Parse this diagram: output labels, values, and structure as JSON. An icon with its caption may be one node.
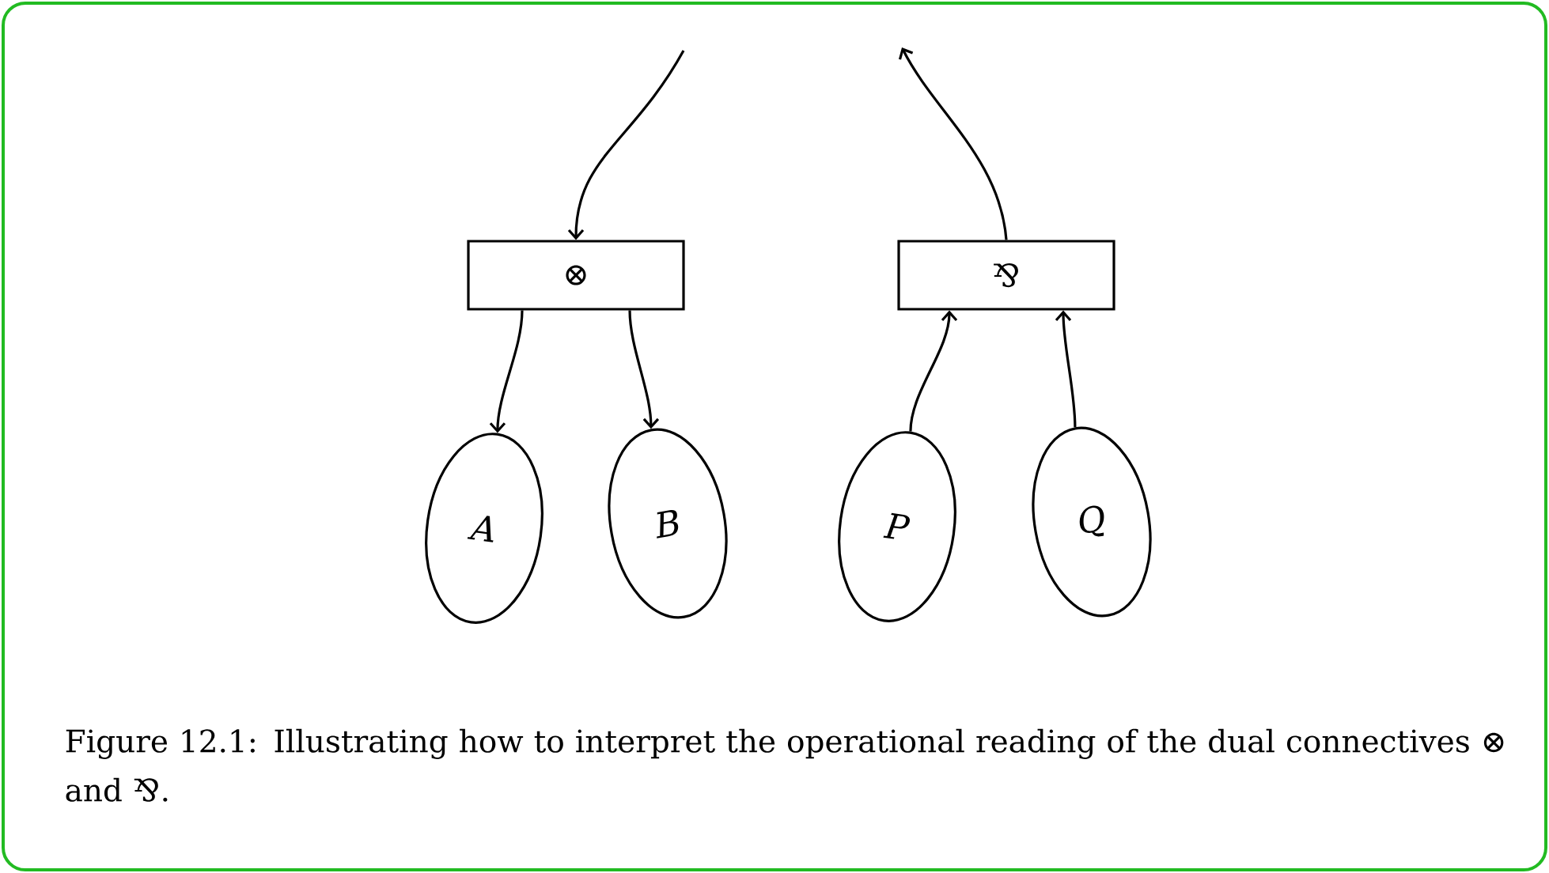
{
  "diagram": {
    "caption": "Figure 12.1: Illustrating how to interpret the operational reading of the dual connectives ⊗ and ⅋.",
    "nodes": [
      {
        "text": [
          "⊗"
        ]
      },
      {
        "text": [
          "⅋"
        ]
      },
      {
        "text": [
          "A"
        ]
      },
      {
        "text": [
          "B"
        ]
      },
      {
        "text": [
          "P"
        ]
      },
      {
        "text": [
          "Q"
        ]
      }
    ],
    "edges": [
      {
        "from": null,
        "to": 0,
        "arrow": "to"
      },
      {
        "from": 0,
        "to": 2,
        "arrow": "to"
      },
      {
        "from": 0,
        "to": 3,
        "arrow": "to"
      },
      {
        "from": 4,
        "to": 1,
        "arrow": "to"
      },
      {
        "from": 5,
        "to": 1,
        "arrow": "to"
      },
      {
        "from": 1,
        "to": null,
        "arrow": "to"
      }
    ]
  }
}
